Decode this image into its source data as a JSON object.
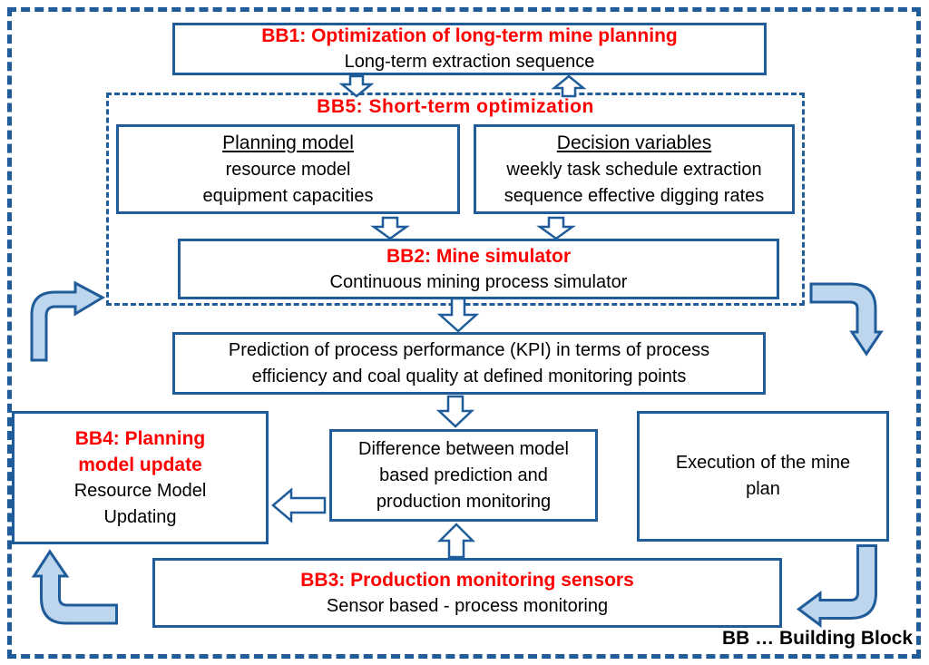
{
  "diagram": {
    "legend": "BB … Building Block",
    "colors": {
      "border_blue": "#1F5C99",
      "accent_red": "#FF0000",
      "curved_arrow_fill": "#BDD6EE",
      "block_arrow_fill": "#FFFFFF",
      "background": "#FFFFFF",
      "text": "#000000"
    },
    "boxes": {
      "bb1": {
        "title": "BB1: Optimization of long-term mine planning",
        "subtitle": "Long-term extraction sequence"
      },
      "bb5": {
        "title": "BB5: Short-term optimization"
      },
      "planning_model": {
        "title": "Planning model",
        "lines": [
          "resource model",
          "equipment capacities"
        ]
      },
      "decision_variables": {
        "title": "Decision variables",
        "lines": [
          "weekly task schedule extraction",
          "sequence effective digging rates"
        ]
      },
      "bb2": {
        "title": "BB2: Mine simulator",
        "subtitle": "Continuous mining process simulator"
      },
      "prediction": {
        "lines": [
          "Prediction of process performance (KPI) in terms of process",
          "efficiency and coal quality at defined monitoring points"
        ]
      },
      "bb4": {
        "title_lines": [
          "BB4: Planning",
          "model update"
        ],
        "lines": [
          "Resource Model",
          "Updating"
        ]
      },
      "difference": {
        "lines": [
          "Difference between model",
          "based prediction and",
          "production monitoring"
        ]
      },
      "execution": {
        "lines": [
          "Execution of the mine",
          "plan"
        ]
      },
      "bb3": {
        "title": "BB3: Production monitoring sensors",
        "subtitle": "Sensor based - process monitoring"
      }
    },
    "arrows": {
      "bb1_to_bb5": "down-arrow",
      "bb5_to_bb1": "up-arrow",
      "planning_to_bb2": "down-arrow",
      "decision_to_bb2": "down-arrow",
      "bb2_to_prediction": "down-arrow",
      "prediction_to_difference": "down-arrow",
      "difference_to_bb4": "left-arrow",
      "bb3_to_difference": "up-arrow",
      "feedback_into_bb5": "curved-right-arrow",
      "bb5_to_execution": "curved-down-arrow",
      "bb3_to_bb4": "curved-up-arrow",
      "execution_to_bb3": "curved-left-arrow"
    }
  }
}
